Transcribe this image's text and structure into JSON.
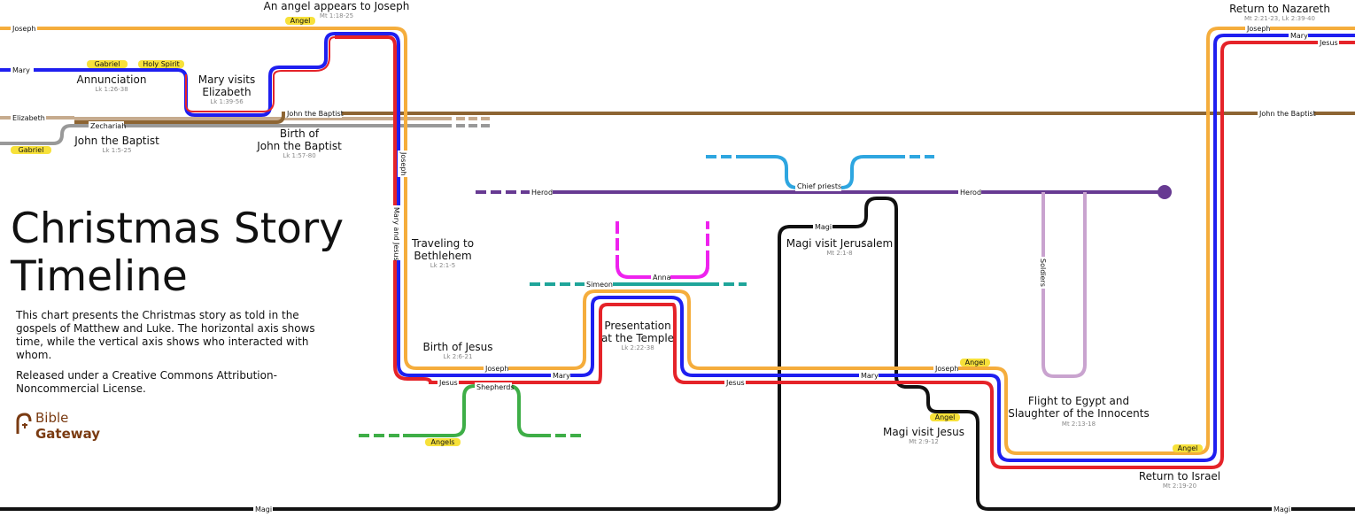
{
  "title": "Christmas Story Timeline",
  "description": "This chart presents the Christmas story as told in the gospels of Matthew and Luke. The horizontal axis shows time, while the vertical axis shows who interacted with whom.",
  "license": "Released under a Creative Commons Attribution-Noncommercial License.",
  "logo": {
    "line1": "Bible",
    "line2": "Gateway"
  },
  "colors": {
    "joseph": "#f5ad3c",
    "mary": "#1f1ff0",
    "jesus": "#e52329",
    "elizabeth": "#c6ab8e",
    "zechariah": "#999999",
    "john_the_baptist": "#8d6533",
    "herod": "#673a92",
    "chief_priests": "#2ea6e0",
    "anna": "#ee22ee",
    "simeon": "#1fa59a",
    "shepherds": "#3eae47",
    "magi": "#111111",
    "soldiers": "#c9a3cf",
    "angel_badge": "#f7e13a"
  },
  "events": [
    {
      "id": "angel-joseph",
      "lines": [
        "An angel appears to Joseph"
      ],
      "ref": "Mt 1:18-25"
    },
    {
      "id": "annunciation",
      "lines": [
        "Annunciation"
      ],
      "ref": "Lk 1:26-38"
    },
    {
      "id": "mary-visits",
      "lines": [
        "Mary visits",
        "Elizabeth"
      ],
      "ref": "Lk 1:39-56"
    },
    {
      "id": "jtb",
      "lines": [
        "John the Baptist"
      ],
      "ref": "Lk 1:5-25"
    },
    {
      "id": "birth-jtb",
      "lines": [
        "Birth of",
        "John the Baptist"
      ],
      "ref": "Lk 1:57-80"
    },
    {
      "id": "traveling",
      "lines": [
        "Traveling to",
        "Bethlehem"
      ],
      "ref": "Lk 2:1-5"
    },
    {
      "id": "birth-jesus",
      "lines": [
        "Birth of Jesus"
      ],
      "ref": "Lk 2:6-21"
    },
    {
      "id": "presentation",
      "lines": [
        "Presentation",
        "at the Temple"
      ],
      "ref": "Lk 2:22-38"
    },
    {
      "id": "magi-jerusalem",
      "lines": [
        "Magi visit Jerusalem"
      ],
      "ref": "Mt 2:1-8"
    },
    {
      "id": "magi-jesus",
      "lines": [
        "Magi visit Jesus"
      ],
      "ref": "Mt 2:9-12"
    },
    {
      "id": "flight",
      "lines": [
        "Flight to Egypt and",
        "Slaughter of the Innocents"
      ],
      "ref": "Mt 2:13-18"
    },
    {
      "id": "return-israel",
      "lines": [
        "Return to Israel"
      ],
      "ref": "Mt 2:19-20"
    },
    {
      "id": "return-nazareth",
      "lines": [
        "Return to Nazareth"
      ],
      "ref": "Mt 2:21-23, Lk 2:39-40"
    }
  ],
  "labels": {
    "joseph": "Joseph",
    "mary": "Mary",
    "jesus": "Jesus",
    "elizabeth": "Elizabeth",
    "zechariah": "Zechariah",
    "john_the_baptist": "John the Baptist",
    "herod": "Herod",
    "chief_priests": "Chief priests",
    "anna": "Anna",
    "simeon": "Simeon",
    "shepherds": "Shepherds",
    "angels": "Angels",
    "angel": "Angel",
    "gabriel": "Gabriel",
    "holy_spirit": "Holy Spirit",
    "magi": "Magi",
    "soldiers": "Soldiers",
    "mary_and_jesus": "Mary and Jesus"
  }
}
